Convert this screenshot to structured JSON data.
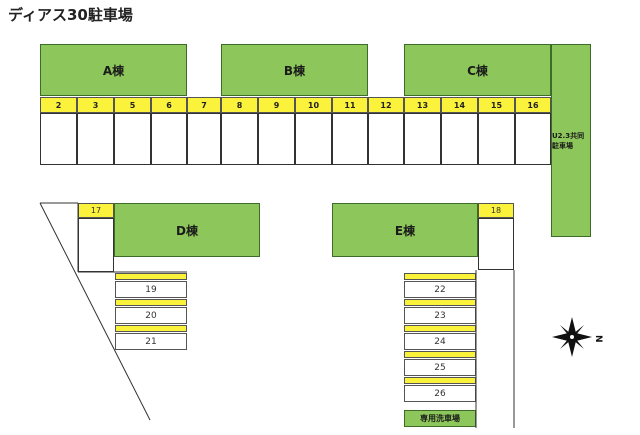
{
  "title": "ディアス30駐車場",
  "buildings": {
    "a": "A棟",
    "b": "B棟",
    "c": "C棟",
    "d": "D棟",
    "e": "E棟"
  },
  "top_row": [
    "2",
    "3",
    "5",
    "6",
    "7",
    "8",
    "9",
    "10",
    "11",
    "12",
    "13",
    "14",
    "15",
    "16"
  ],
  "shared_lot": "U2.3共同駐車場",
  "spot_17": "17",
  "spot_18": "18",
  "left_spots": [
    "19",
    "20",
    "21"
  ],
  "right_spots": [
    "22",
    "23",
    "24",
    "25",
    "26"
  ],
  "wash_area": "専用洗車場",
  "compass": {
    "letter": "N"
  }
}
